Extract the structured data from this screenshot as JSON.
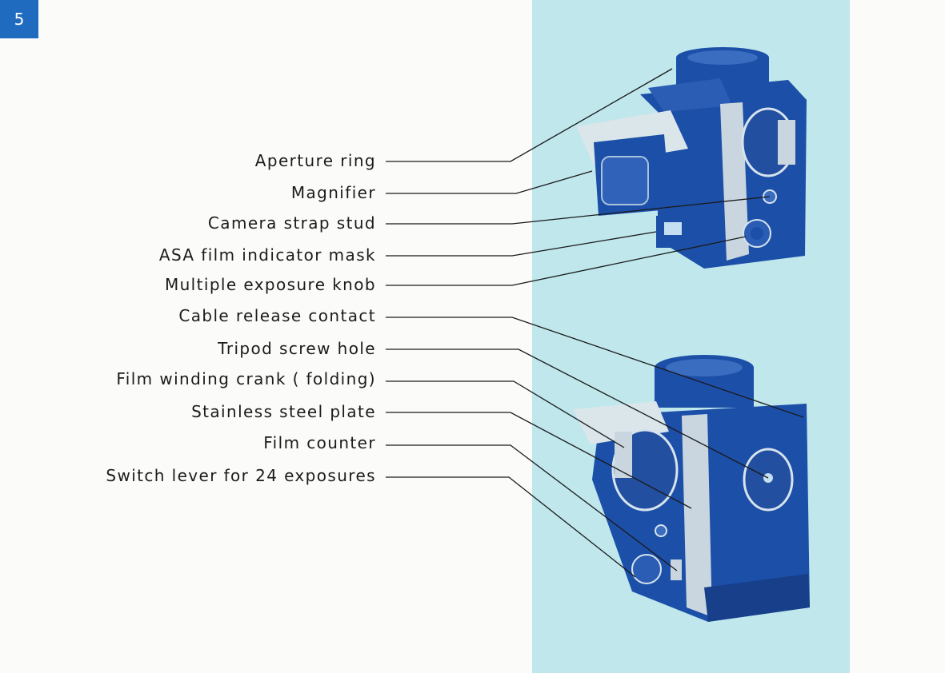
{
  "page_number": "5",
  "colors": {
    "badge": "#1f6bc0",
    "panel": "#bfe7ec",
    "camera_blue": "#1c4fa8",
    "camera_silver": "#c9d6df",
    "leader_line": "#1a1a1a"
  },
  "labels": [
    "Aperture  ring",
    "Magnifier",
    "Camera  strap  stud",
    "ASA  film  indicator  mask",
    "Multiple  exposure  knob",
    "Cable  release  contact",
    "Tripod  screw  hole",
    "Film  winding  crank ( folding)",
    "Stainless  steel  plate",
    "Film  counter",
    "Switch  lever  for  24  exposures"
  ],
  "images": {
    "camera_top": "camera-photo-front-three-quarter",
    "camera_bottom": "camera-photo-side-rear-view"
  }
}
